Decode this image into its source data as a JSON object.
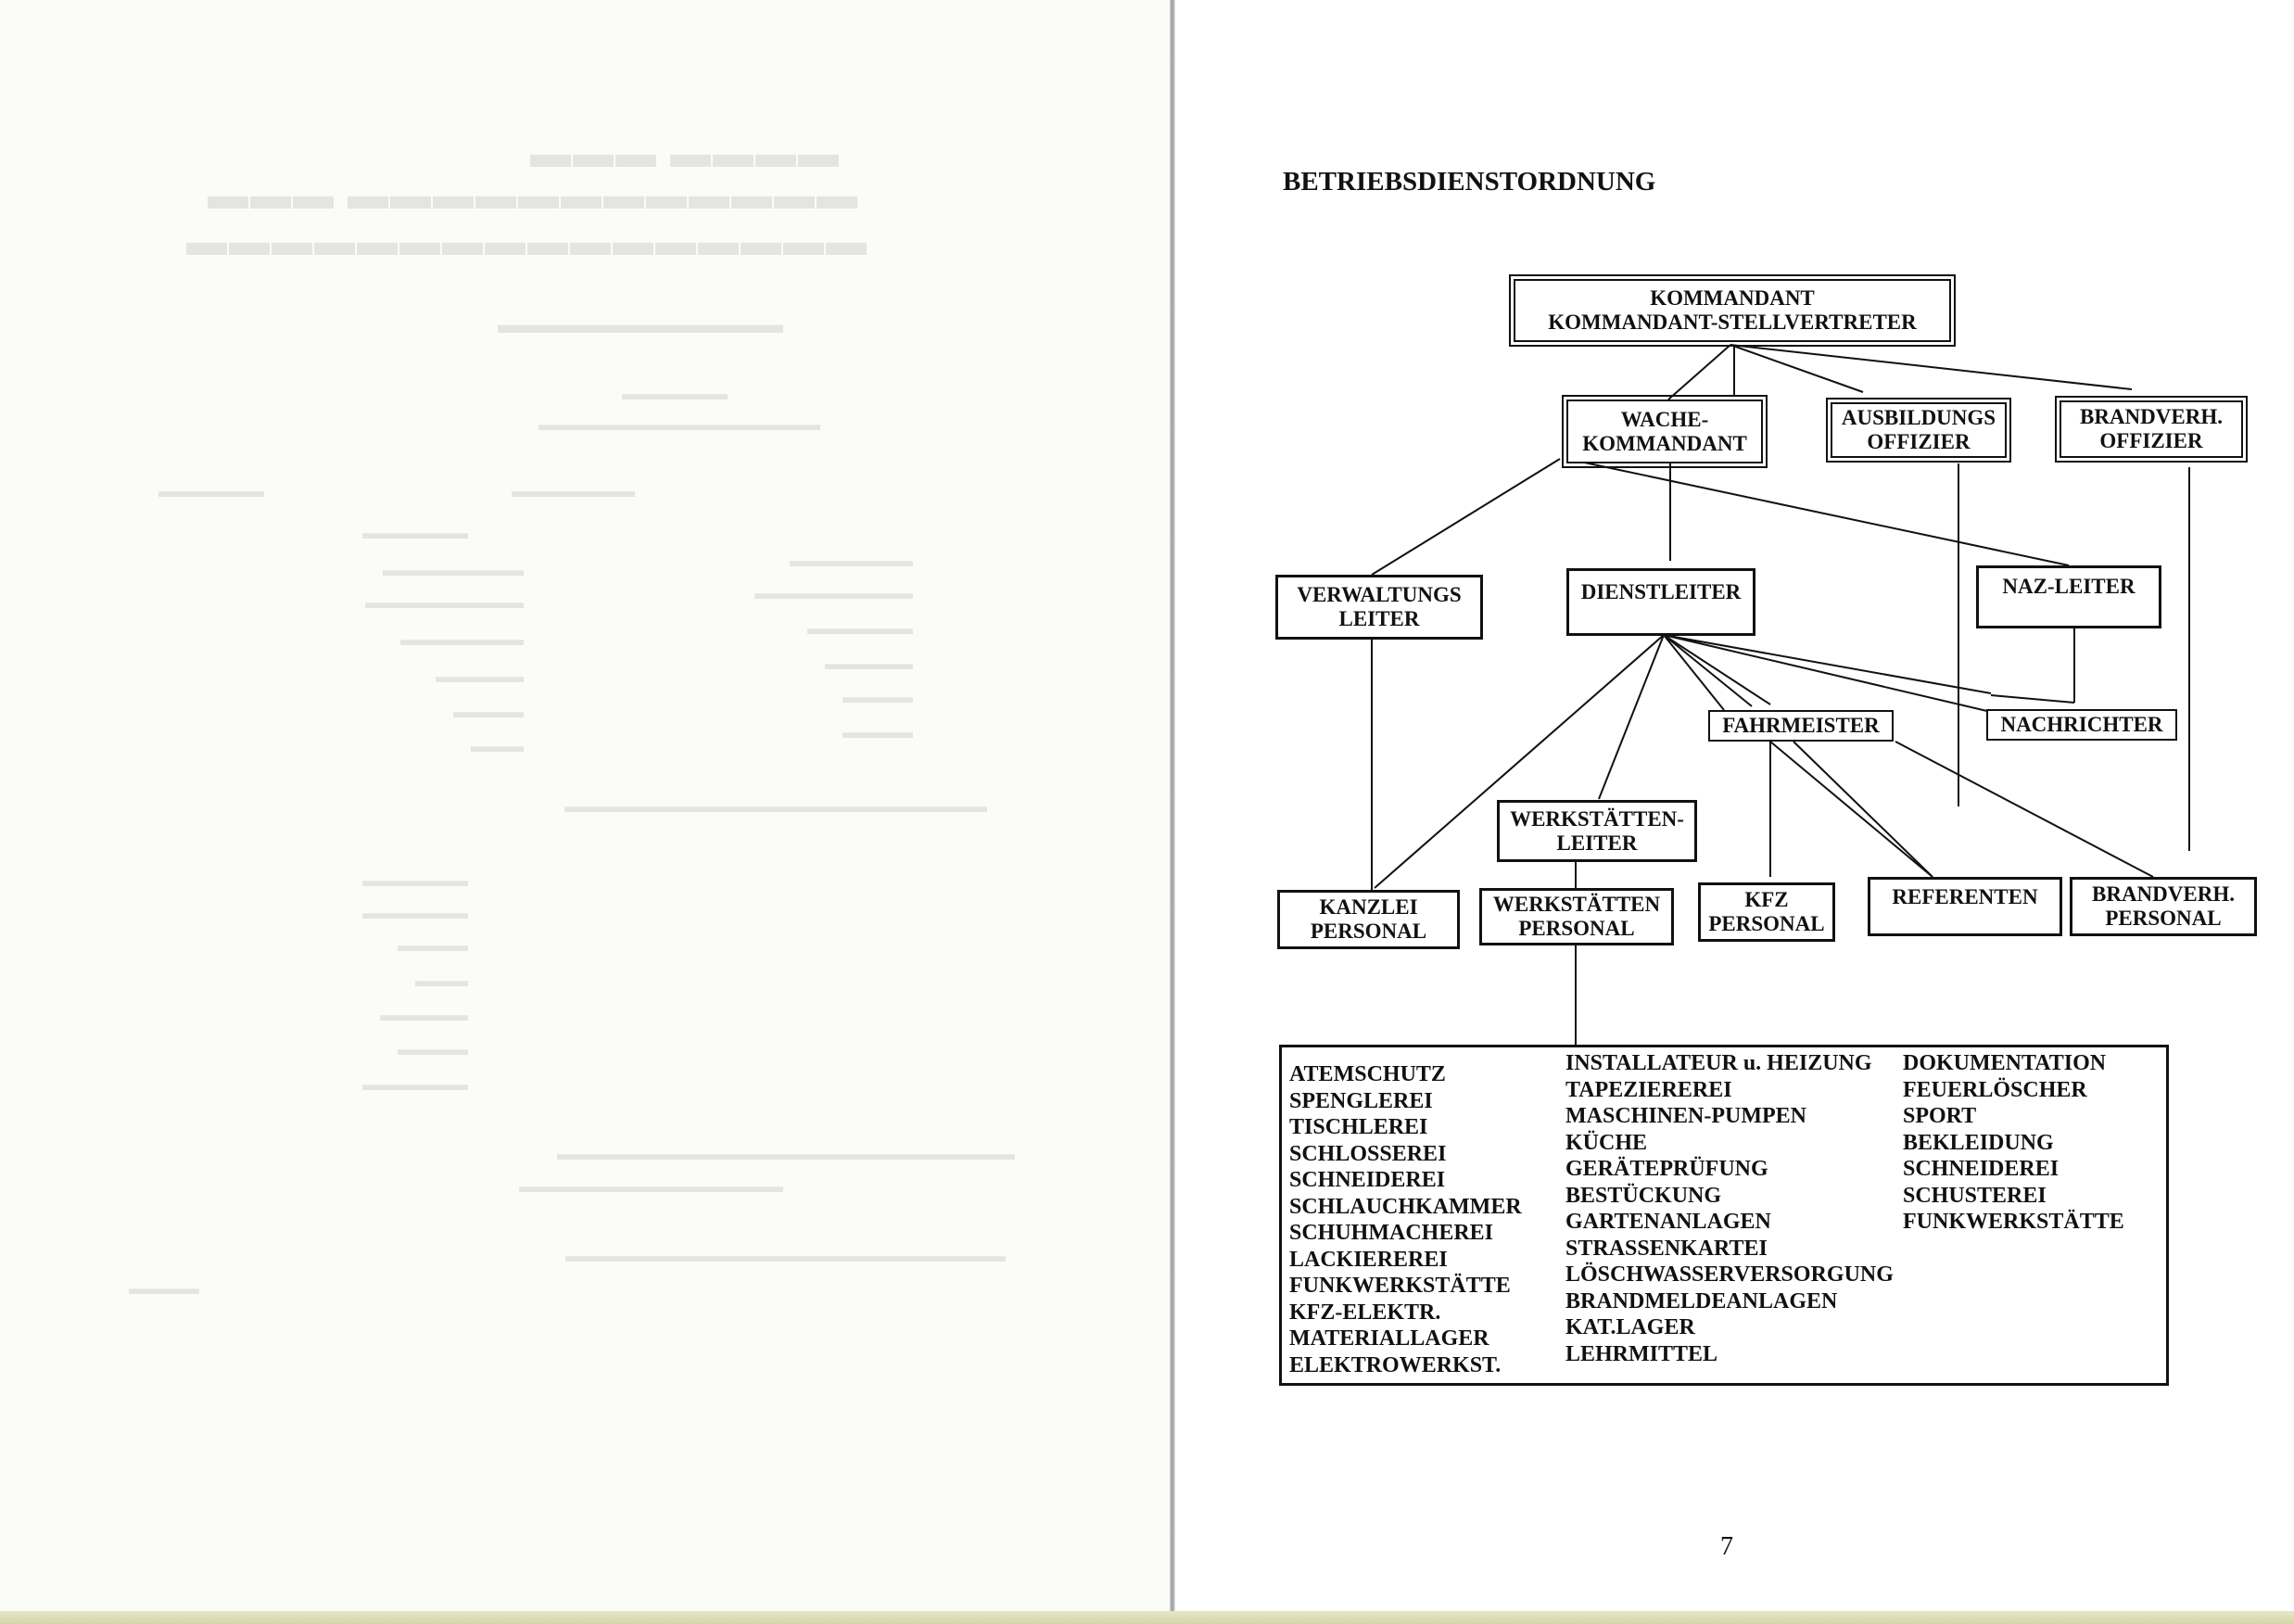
{
  "document": {
    "title": "BETRIEBSDIENSTORDNUNG",
    "page_number": "7"
  },
  "org_chart": {
    "kommandant": [
      "KOMMANDANT",
      "KOMMANDANT-STELLVERTRETER"
    ],
    "wache_kommandant": [
      "WACHE-",
      "KOMMANDANT"
    ],
    "ausbildungs_offizier": [
      "AUSBILDUNGS",
      "OFFIZIER"
    ],
    "brandverh_offizier": [
      "BRANDVERH.",
      "OFFIZIER"
    ],
    "verwaltungs_leiter": [
      "VERWALTUNGS",
      "LEITER"
    ],
    "dienstleiter": [
      "DIENSTLEITER"
    ],
    "naz_leiter": [
      "NAZ-LEITER"
    ],
    "fahrmeister": [
      "FAHRMEISTER"
    ],
    "nachrichter": [
      "NACHRICHTER"
    ],
    "werkstaetten_leiter": [
      "WERKSTÄTTEN-",
      "LEITER"
    ],
    "kanzlei_personal": [
      "KANZLEI",
      "PERSONAL"
    ],
    "werkstaetten_personal": [
      "WERKSTÄTTEN",
      "PERSONAL"
    ],
    "kfz_personal": [
      "KFZ",
      "PERSONAL"
    ],
    "referenten": [
      "REFERENTEN"
    ],
    "brandverh_personal": [
      "BRANDVERH.",
      "PERSONAL"
    ]
  },
  "departments": {
    "column1": [
      "ATEMSCHUTZ",
      "SPENGLEREI",
      "TISCHLEREI",
      "SCHLOSSEREI",
      "SCHNEIDEREI",
      "SCHLAUCHKAMMER",
      "SCHUHMACHEREI",
      "LACKIEREREI",
      "FUNKWERKSTÄTTE",
      "KFZ-ELEKTR.",
      "MATERIALLAGER",
      "ELEKTROWERKST."
    ],
    "column2": [
      "INSTALLATEUR u. HEIZUNG",
      "TAPEZIEREREI",
      "MASCHINEN-PUMPEN",
      "KÜCHE",
      "GERÄTEPRÜFUNG",
      "BESTÜCKUNG",
      "GARTENANLAGEN",
      "STRASSENKARTEI",
      "LÖSCHWASSERVERSORGUNG",
      "BRANDMELDEANLAGEN",
      "KAT.LAGER",
      "LEHRMITTEL"
    ],
    "column3": [
      "DOKUMENTATION",
      "FEUERLÖSCHER",
      "SPORT",
      "BEKLEIDUNG",
      "SCHNEIDEREI",
      "SCHUSTEREI",
      "FUNKWERKSTÄTTE"
    ]
  },
  "colors": {
    "ink": "#111111",
    "paper": "#ffffff"
  }
}
